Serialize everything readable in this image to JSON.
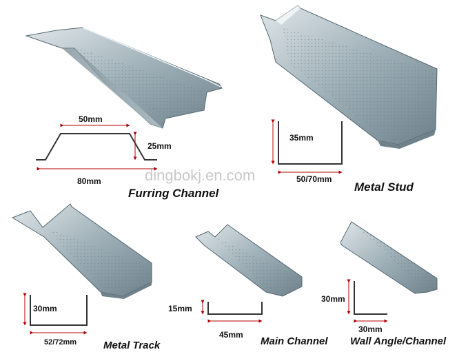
{
  "watermark": "dingbokj.en.com",
  "products": {
    "furring_channel": {
      "name": "Furring Channel",
      "top_width": "50mm",
      "height": "25mm",
      "bottom_width": "80mm"
    },
    "metal_stud": {
      "name": "Metal Stud",
      "height": "35mm",
      "width": "50/70mm"
    },
    "metal_track": {
      "name": "Metal Track",
      "height": "30mm",
      "width": "52/72mm"
    },
    "main_channel": {
      "name": "Main Channel",
      "height": "15mm",
      "width": "45mm"
    },
    "wall_angle": {
      "name": "Wall Angle/Channel",
      "height": "30mm",
      "width": "30mm"
    }
  },
  "colors": {
    "steel_light": "#c9d3d8",
    "steel_mid": "#8fa2ac",
    "steel_dark": "#5d6f79",
    "dimension_line": "#b30000"
  }
}
